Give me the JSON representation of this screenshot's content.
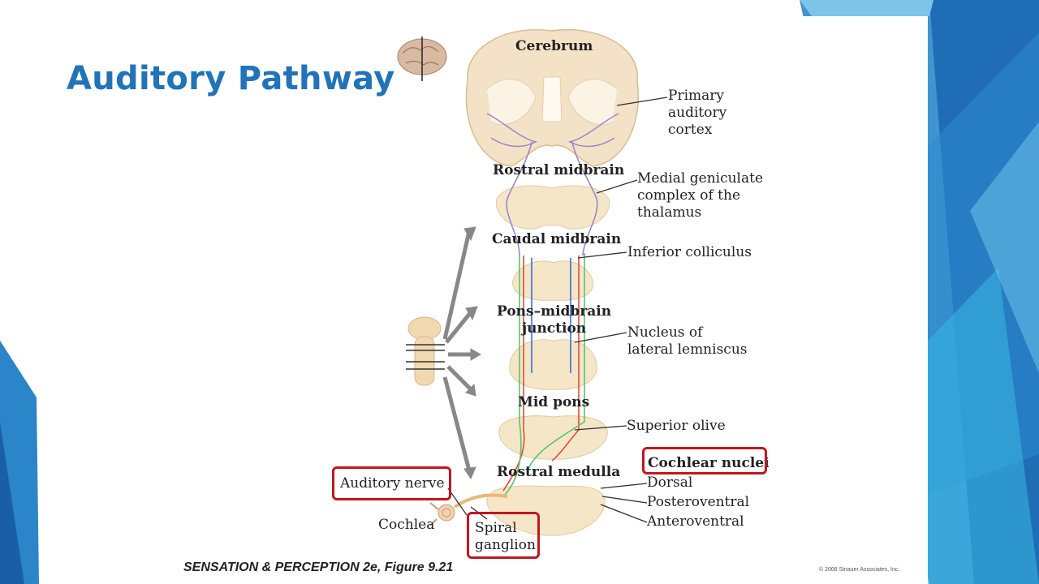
{
  "slide": {
    "title": "Auditory Pathway",
    "colors": {
      "title": "#2273b8",
      "accent_dark": "#1e6fb6",
      "accent_light": "#4aa8dc",
      "highlight_box": "#c0181f"
    }
  },
  "diagram": {
    "section_labels": {
      "cerebrum": "Cerebrum",
      "rostral_midbrain": "Rostral midbrain",
      "caudal_midbrain": "Caudal midbrain",
      "pons_midbrain": "Pons–midbrain\njunction",
      "mid_pons": "Mid pons",
      "rostral_medulla": "Rostral medulla"
    },
    "structure_labels": {
      "primary_auditory_cortex": "Primary\nauditory\ncortex",
      "medial_geniculate": "Medial geniculate\ncomplex of the\nthalamus",
      "inferior_colliculus": "Inferior colliculus",
      "nucleus_lateral_lemniscus": "Nucleus of\nlateral lemniscus",
      "superior_olive": "Superior olive",
      "cochlear_nuclei": "Cochlear nuclei",
      "dorsal": "Dorsal",
      "posteroventral": "Posteroventral",
      "anteroventral": "Anteroventral",
      "auditory_nerve": "Auditory nerve",
      "cochlea": "Cochlea",
      "spiral_ganglion": "Spiral\nganglion"
    },
    "caption": "SENSATION & PERCEPTION 2e, Figure 9.21",
    "copyright": "© 2008 Sinauer Associates, Inc."
  }
}
